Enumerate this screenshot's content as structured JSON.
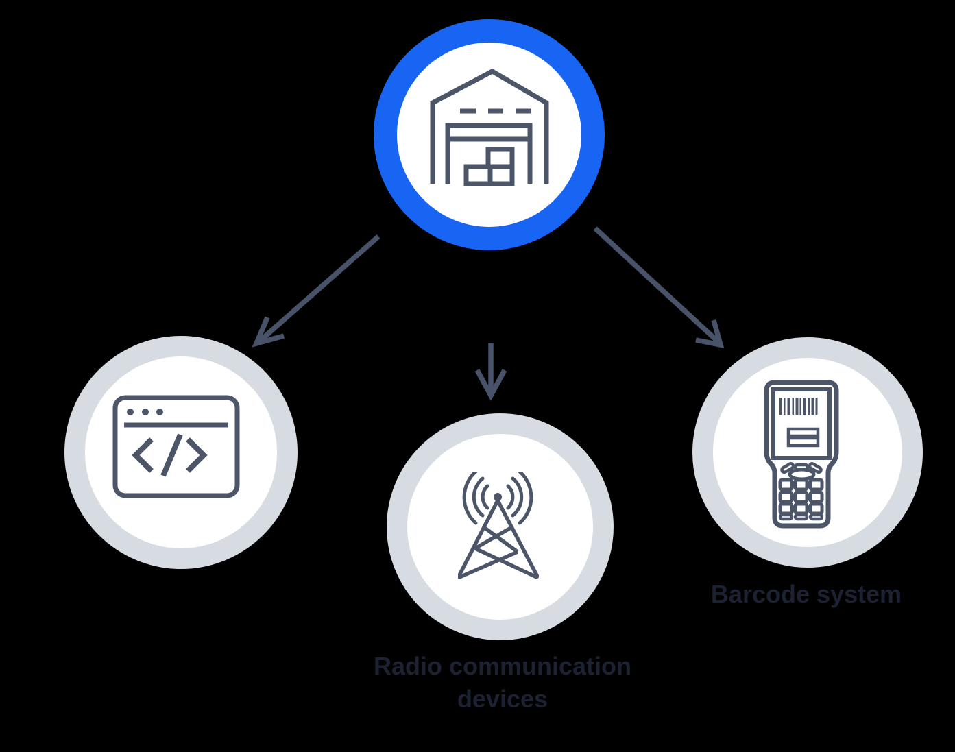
{
  "diagram": {
    "nodes": {
      "warehouse": {
        "icon": "warehouse-icon"
      },
      "code_window": {
        "icon": "code-window-icon"
      },
      "radio": {
        "icon": "radio-tower-icon",
        "label": "Radio communication devices"
      },
      "barcode": {
        "icon": "barcode-scanner-icon",
        "label": "Barcode system"
      }
    },
    "connections": [
      {
        "from": "warehouse",
        "to": "code_window"
      },
      {
        "from": "warehouse",
        "to": "radio"
      },
      {
        "from": "warehouse",
        "to": "barcode"
      }
    ]
  },
  "colors": {
    "background": "#000000",
    "accent_blue": "#1765f2",
    "ring_gray": "#d7dbe2",
    "node_fill": "#ffffff",
    "icon_stroke": "#4c5668",
    "arrow": "#485369",
    "label_text": "#1c2232"
  }
}
